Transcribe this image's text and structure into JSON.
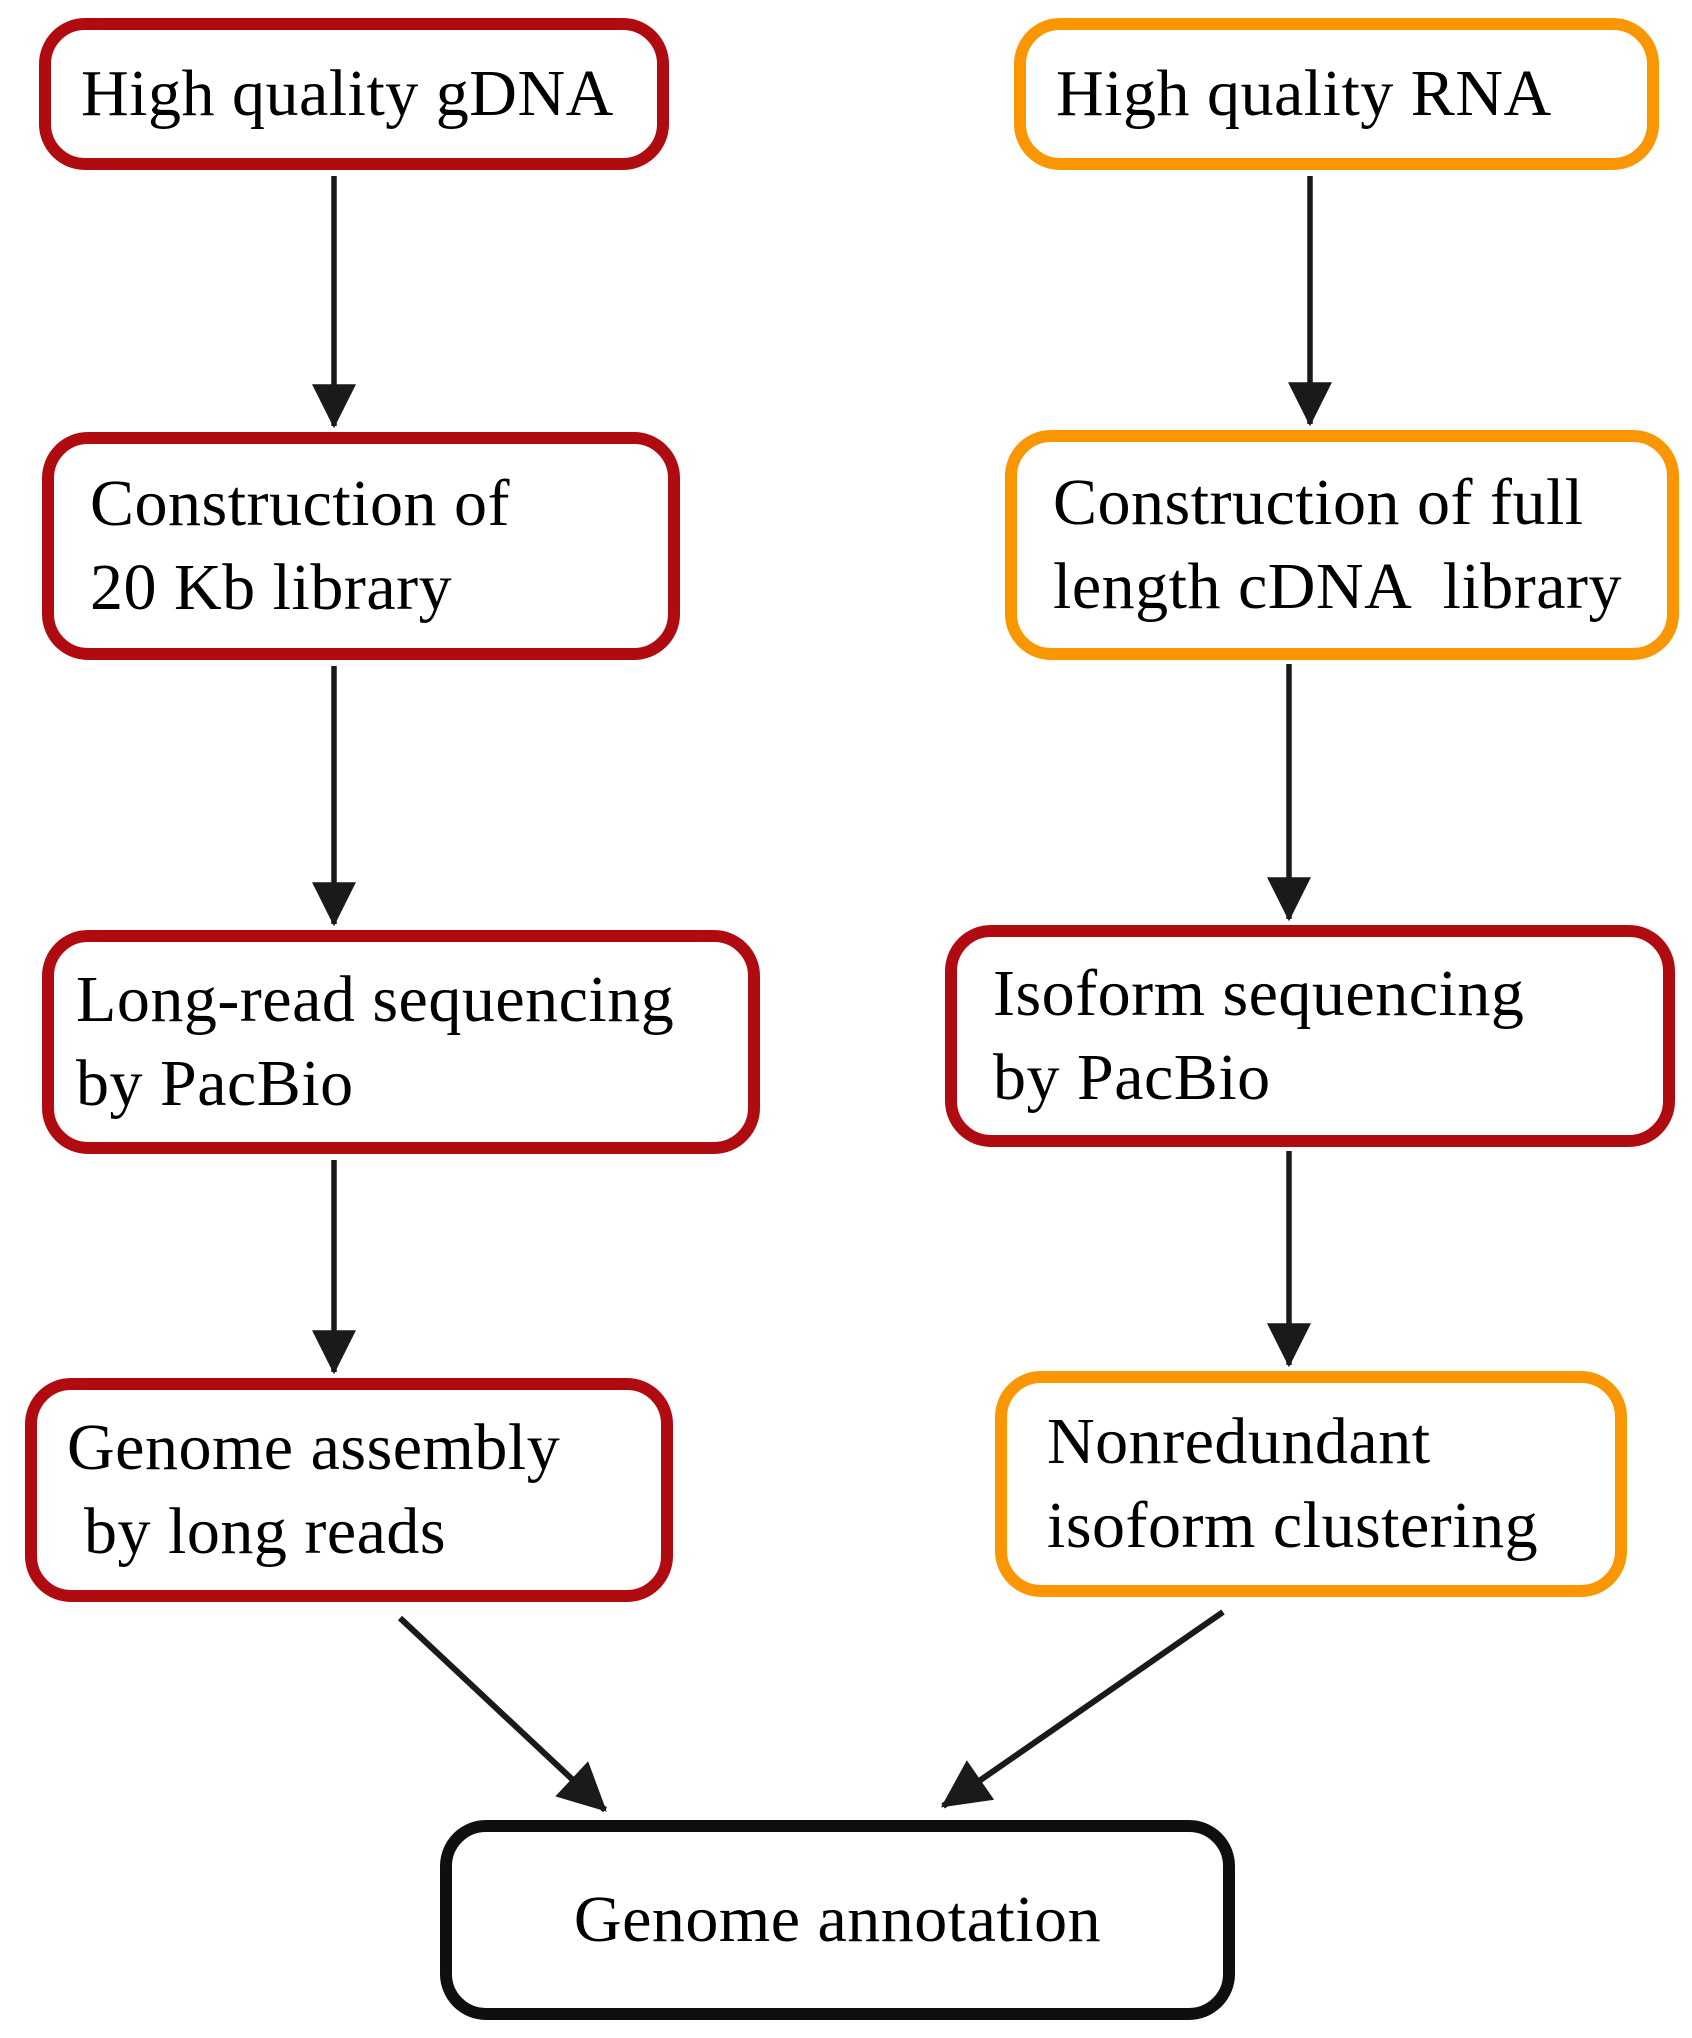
{
  "figure": {
    "type": "flowchart",
    "background": "#ffffff",
    "description": "Genome sequencing and annotation workflow with gDNA and RNA branches converging to genome annotation"
  },
  "colors": {
    "dark_red": "#B00B10",
    "orange": "#FB9603",
    "black": "#0F0F0F",
    "arrow": "#1A1A1A",
    "text": "#000000"
  },
  "boxes": [
    {
      "id": "gdna",
      "lines": [
        "High quality gDNA"
      ]
    },
    {
      "id": "rna",
      "lines": [
        "High quality RNA"
      ]
    },
    {
      "id": "lib20kb",
      "lines": [
        "Construction of",
        "20 Kb library"
      ]
    },
    {
      "id": "cdnalib",
      "lines": [
        "Construction of full",
        "length cDNA  library"
      ]
    },
    {
      "id": "longread",
      "lines": [
        "Long-read sequencing",
        "by PacBio"
      ]
    },
    {
      "id": "isoform",
      "lines": [
        "Isoform sequencing",
        "by PacBio"
      ]
    },
    {
      "id": "assembly",
      "lines": [
        "Genome assembly",
        " by long reads"
      ]
    },
    {
      "id": "cluster",
      "lines": [
        "Nonredundant",
        "isoform clustering"
      ]
    },
    {
      "id": "annotation",
      "lines": [
        "Genome annotation"
      ]
    }
  ]
}
